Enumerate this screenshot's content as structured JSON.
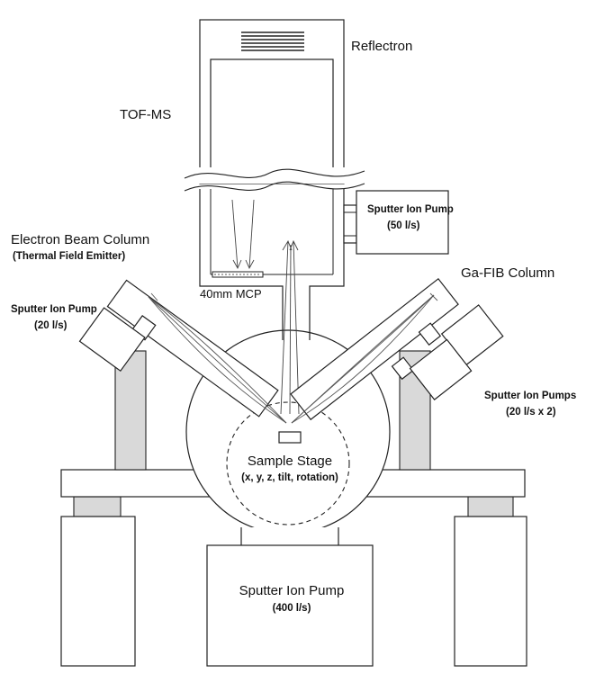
{
  "labels": {
    "reflectron": "Reflectron",
    "tof_ms": "TOF-MS",
    "pump_50_title": "Sputter Ion Pump",
    "pump_50_rate": "(50 l/s)",
    "ebeam_title": "Electron Beam Column",
    "ebeam_sub": "(Thermal Field Emitter)",
    "ga_fib": "Ga-FIB Column",
    "pump_20_title": "Sputter Ion Pump",
    "pump_20_rate": "(20 l/s)",
    "mcp": "40mm MCP",
    "pumps_20x2_title": "Sputter Ion Pumps",
    "pumps_20x2_rate": "(20 l/s x 2)",
    "stage_title": "Sample Stage",
    "stage_sub": "(x, y, z, tilt, rotation)",
    "pump_400_title": "Sputter Ion Pump",
    "pump_400_rate": "(400 l/s)"
  },
  "colors": {
    "line": "#222222",
    "support_fill": "#d9d9d9",
    "beam": "#555555"
  }
}
